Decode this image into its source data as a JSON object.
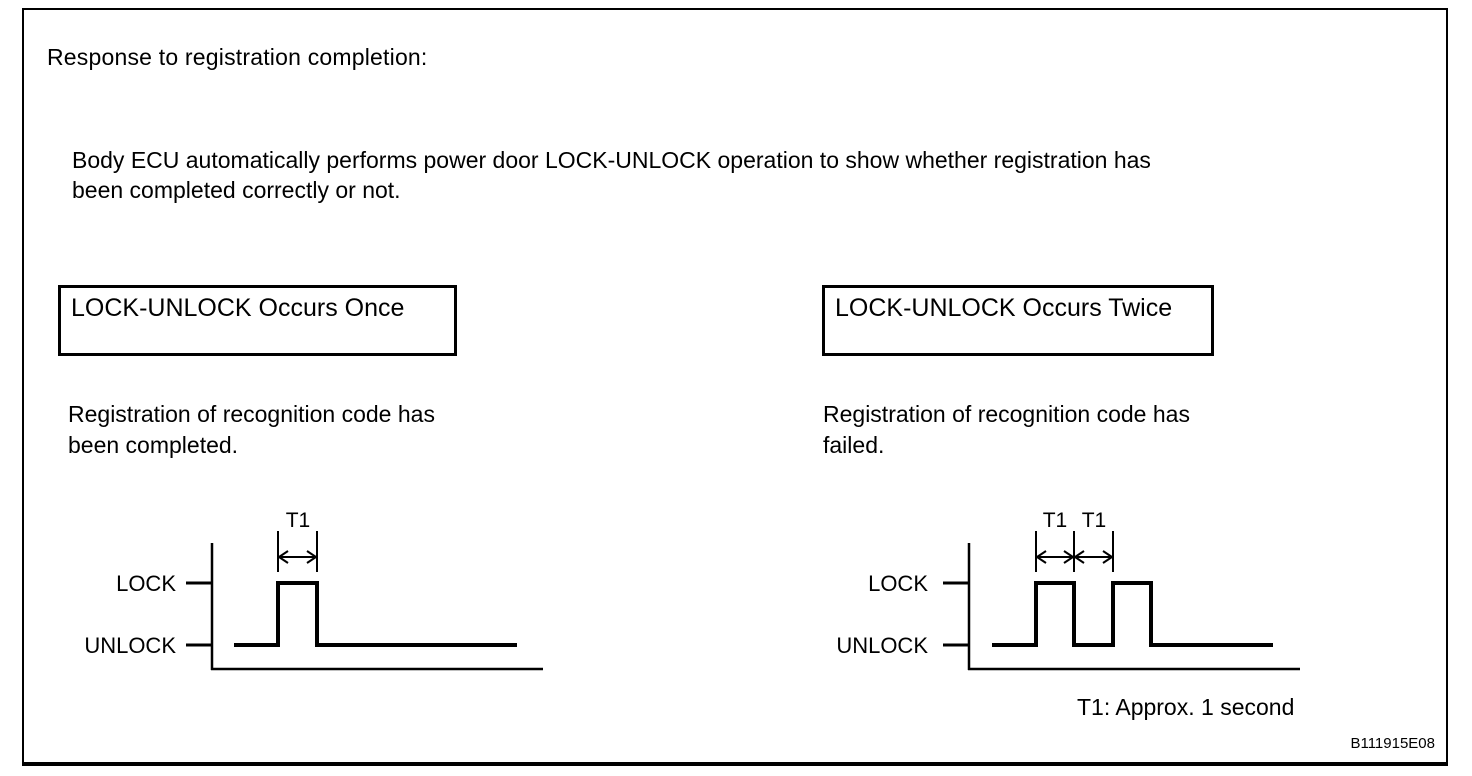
{
  "figure": {
    "title": "Response to registration completion:",
    "description_lines": [
      "Body ECU automatically performs power door LOCK-UNLOCK operation to show whether registration has",
      "been completed correctly or not."
    ],
    "note": "T1: Approx. 1 second",
    "code": "B111915E08"
  },
  "panels": [
    {
      "heading": "LOCK-UNLOCK Occurs Once",
      "result_lines": [
        "Registration of recognition code has",
        "been completed."
      ],
      "waveform": {
        "high_label": "LOCK",
        "low_label": "UNLOCK",
        "pulse_count": 1,
        "t1_labels": [
          "T1"
        ]
      }
    },
    {
      "heading": "LOCK-UNLOCK Occurs Twice",
      "result_lines": [
        "Registration of recognition code has",
        "failed."
      ],
      "waveform": {
        "high_label": "LOCK",
        "low_label": "UNLOCK",
        "pulse_count": 2,
        "t1_labels": [
          "T1",
          "T1"
        ]
      }
    }
  ]
}
